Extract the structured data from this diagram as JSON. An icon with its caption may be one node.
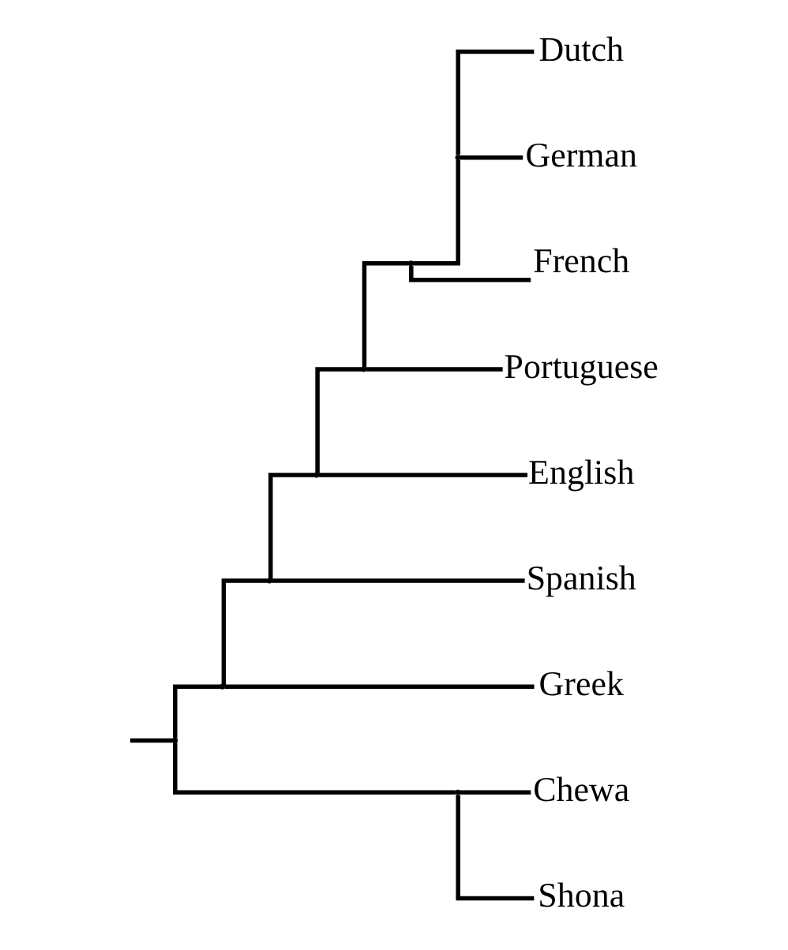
{
  "diagram": {
    "nodes": [
      {
        "text": [],
        "shape": "point"
      },
      {
        "text": [],
        "shape": "point"
      },
      {
        "text": [],
        "shape": "point"
      },
      {
        "text": [],
        "shape": "point"
      },
      {
        "text": [],
        "shape": "point"
      },
      {
        "text": [],
        "shape": "point"
      },
      {
        "text": [],
        "shape": "point"
      },
      {
        "text": [
          "Dutch"
        ]
      },
      {
        "text": [
          "German"
        ]
      },
      {
        "text": [
          "French"
        ]
      },
      {
        "text": [
          "Portuguese"
        ]
      },
      {
        "text": [
          "English"
        ]
      },
      {
        "text": [
          "Spanish"
        ]
      },
      {
        "text": [
          "Greek"
        ]
      },
      {
        "text": [],
        "shape": "point"
      },
      {
        "text": [
          "Chewa"
        ]
      },
      {
        "text": [
          "Shona"
        ]
      }
    ],
    "edges": [
      {
        "from": null,
        "to": 0,
        "arrow": "none"
      },
      {
        "from": 0,
        "to": 1,
        "arrow": "none"
      },
      {
        "from": 0,
        "to": 14,
        "arrow": "none"
      },
      {
        "from": 1,
        "to": 2,
        "arrow": "none"
      },
      {
        "from": 1,
        "to": 13,
        "arrow": "none"
      },
      {
        "from": 2,
        "to": 3,
        "arrow": "none"
      },
      {
        "from": 2,
        "to": 12,
        "arrow": "none"
      },
      {
        "from": 3,
        "to": 4,
        "arrow": "none"
      },
      {
        "from": 3,
        "to": 11,
        "arrow": "none"
      },
      {
        "from": 4,
        "to": 5,
        "arrow": "none"
      },
      {
        "from": 4,
        "to": 10,
        "arrow": "none"
      },
      {
        "from": 5,
        "to": 6,
        "arrow": "none"
      },
      {
        "from": 5,
        "to": 9,
        "arrow": "none"
      },
      {
        "from": 6,
        "to": 7,
        "arrow": "none"
      },
      {
        "from": 6,
        "to": 8,
        "arrow": "none"
      },
      {
        "from": 14,
        "to": 15,
        "arrow": "none"
      },
      {
        "from": 14,
        "to": 16,
        "arrow": "none"
      }
    ]
  }
}
